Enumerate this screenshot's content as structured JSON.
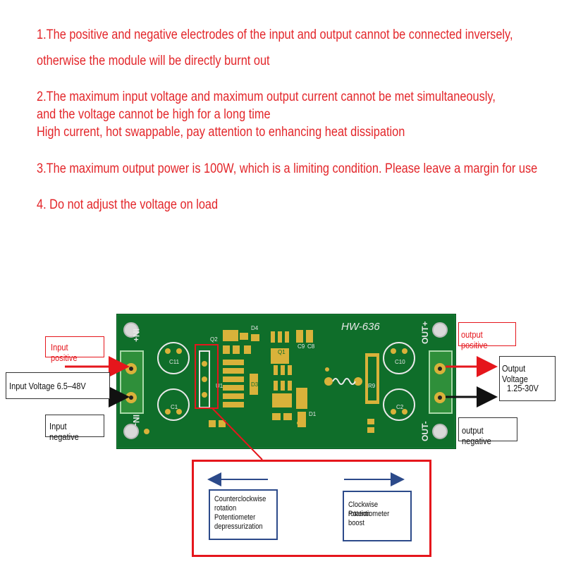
{
  "notes": {
    "n1_line1": "1.The positive and negative electrodes of the input and output cannot be connected inversely,",
    "n1_line2": "otherwise the module will be directly burnt out",
    "n2_line1": "2.The maximum input voltage and maximum output current cannot be met simultaneously,",
    "n2_line2": "and the voltage cannot be high for a long time",
    "n2_line3": "High current, hot swappable, pay attention to enhancing heat dissipation",
    "n3_line1": "3.The maximum output power is 100W, which is a limiting condition. Please leave a margin for use",
    "n4_line1": "4. Do not adjust the voltage on load"
  },
  "board": {
    "model": "HW-636",
    "in_plus": "IN+",
    "in_minus": "IN-",
    "out_plus": "OUT+",
    "out_minus": "OUT-",
    "refs": {
      "q2": "Q2",
      "d4": "D4",
      "c9": "C9",
      "c8": "C8",
      "q1": "Q1",
      "u1": "U1",
      "d3": "D3",
      "d1": "D1",
      "r9": "R9",
      "c11": "C11",
      "c1": "C1",
      "c10": "C10",
      "c2": "C2"
    }
  },
  "labels": {
    "input_positive": "Input positive",
    "input_voltage": "Input Voltage 6.5–48V",
    "input_negative": "Input negative",
    "output_positive": "output positive",
    "output_voltage_title": "Output Voltage",
    "output_voltage_range": "1.25-30V",
    "output_negative": "output negative"
  },
  "pot": {
    "ccw_line1": "Counterclockwise",
    "ccw_line2": "rotation",
    "ccw_line3": "Potentiometer",
    "ccw_line4": "depressurization",
    "cw_line1": "Clockwise rotation",
    "cw_line2": "Potentiometer",
    "cw_line3": "boost"
  },
  "colors": {
    "warning_red": "#e3262a",
    "pcb_green": "#0f6e2a",
    "pad_gold": "#d9b23a",
    "callout_red": "#e5161c",
    "arrow_blue": "#2c4a8a"
  }
}
